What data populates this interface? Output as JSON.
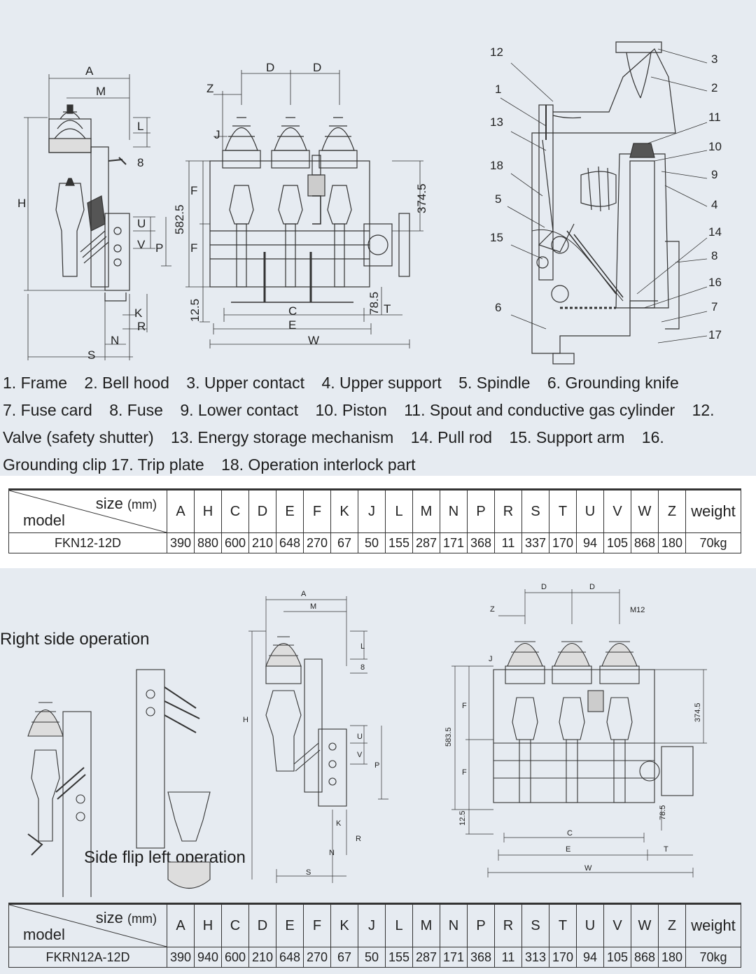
{
  "legend": [
    "1. Frame",
    "2. Bell hood",
    "3. Upper contact",
    "4. Upper support",
    "5. Spindle",
    "6. Grounding knife",
    "7. Fuse card",
    "8. Fuse",
    "9. Lower contact",
    "10. Piston",
    "11. Spout and conductive gas cylinder",
    "12.",
    "Valve (safety shutter)",
    "13. Energy storage mechanism",
    "14. Pull rod",
    "15. Support arm",
    "16.",
    "Grounding clip 17. Trip plate",
    "18. Operation interlock part"
  ],
  "top_drawing": {
    "dims": {
      "A": "A",
      "M": "M",
      "L": "L",
      "b8": "8",
      "H": "H",
      "U": "U",
      "V": "V",
      "P": "P",
      "K": "K",
      "R": "R",
      "N": "N",
      "S": "S",
      "D1": "D",
      "D2": "D",
      "Z": "Z",
      "J": "J",
      "F1": "F",
      "F2": "F",
      "h5825": "582.5",
      "h3745": "374.5",
      "h125": "12.5",
      "h785": "78.5",
      "C": "C",
      "E": "E",
      "W": "W",
      "T": "T"
    },
    "callouts": [
      "12",
      "1",
      "13",
      "18",
      "5",
      "15",
      "6",
      "3",
      "2",
      "11",
      "10",
      "9",
      "4",
      "14",
      "8",
      "16",
      "7",
      "17"
    ]
  },
  "table1": {
    "size_label": "size",
    "unit_label": "(mm)",
    "model_label": "model",
    "columns": [
      "A",
      "H",
      "C",
      "D",
      "E",
      "F",
      "K",
      "J",
      "L",
      "M",
      "N",
      "P",
      "R",
      "S",
      "T",
      "U",
      "V",
      "W",
      "Z",
      "weight"
    ],
    "model": "FKN12-12D",
    "values": [
      "390",
      "880",
      "600",
      "210",
      "648",
      "270",
      "67",
      "50",
      "155",
      "287",
      "171",
      "368",
      "11",
      "337",
      "170",
      "94",
      "105",
      "868",
      "180",
      "70kg"
    ]
  },
  "bottom_drawing": {
    "right_side_label": "Right side operation",
    "flip_left_label": "Side flip left operation",
    "dims": {
      "A": "A",
      "M": "M",
      "L": "L",
      "b8": "8",
      "H": "H",
      "U": "U",
      "V": "V",
      "P": "P",
      "K": "K",
      "R": "R",
      "N": "N",
      "S": "S",
      "D1": "D",
      "D2": "D",
      "Z": "Z",
      "J": "J",
      "M12": "M12",
      "F1": "F",
      "F2": "F",
      "h5835": "583.5",
      "h3745": "374.5",
      "h125": "12.5",
      "h785": "78.5",
      "C": "C",
      "E": "E",
      "W": "W",
      "T": "T"
    }
  },
  "table2": {
    "size_label": "size",
    "unit_label": "(mm)",
    "model_label": "model",
    "columns": [
      "A",
      "H",
      "C",
      "D",
      "E",
      "F",
      "K",
      "J",
      "L",
      "M",
      "N",
      "P",
      "R",
      "S",
      "T",
      "U",
      "V",
      "W",
      "Z",
      "weight"
    ],
    "model": "FKRN12A-12D",
    "values": [
      "390",
      "940",
      "600",
      "210",
      "648",
      "270",
      "67",
      "50",
      "155",
      "287",
      "171",
      "368",
      "11",
      "313",
      "170",
      "94",
      "105",
      "868",
      "180",
      "70kg"
    ]
  }
}
